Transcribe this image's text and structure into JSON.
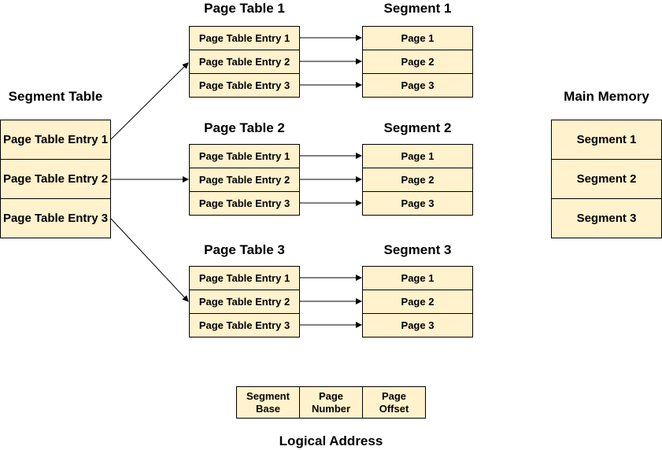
{
  "segment_table": {
    "title": "Segment Table",
    "entries": [
      "Page Table Entry 1",
      "Page Table Entry 2",
      "Page Table Entry 3"
    ]
  },
  "page_tables": [
    {
      "title": "Page Table 1",
      "entries": [
        "Page Table Entry 1",
        "Page Table Entry 2",
        "Page Table Entry 3"
      ]
    },
    {
      "title": "Page Table 2",
      "entries": [
        "Page Table Entry 1",
        "Page Table Entry 2",
        "Page Table Entry 3"
      ]
    },
    {
      "title": "Page Table 3",
      "entries": [
        "Page Table Entry 1",
        "Page Table Entry 2",
        "Page Table Entry 3"
      ]
    }
  ],
  "segments": [
    {
      "title": "Segment 1",
      "pages": [
        "Page 1",
        "Page 2",
        "Page 3"
      ]
    },
    {
      "title": "Segment 2",
      "pages": [
        "Page 1",
        "Page 2",
        "Page 3"
      ]
    },
    {
      "title": "Segment 3",
      "pages": [
        "Page 1",
        "Page 2",
        "Page 3"
      ]
    }
  ],
  "main_memory": {
    "title": "Main Memory",
    "segments": [
      "Segment 1",
      "Segment 2",
      "Segment 3"
    ]
  },
  "logical_address": {
    "title": "Logical Address",
    "fields": [
      "Segment Base",
      "Page Number",
      "Page Offset"
    ]
  },
  "colors": {
    "box_fill": "#fff2cc",
    "border": "#000000",
    "arrow": "#000000"
  }
}
